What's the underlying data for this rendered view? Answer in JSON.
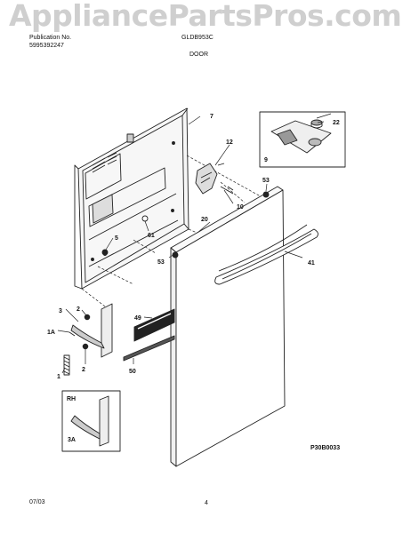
{
  "watermark": "AppliancePartsPros.com",
  "header": {
    "publication_label": "Publication No.",
    "publication_number": "5995392247",
    "model": "GLDB953C",
    "section": "DOOR"
  },
  "diagram_code": "P30B0033",
  "footer": {
    "date": "07/03",
    "page": "4"
  },
  "callouts": {
    "c7": "7",
    "c12": "12",
    "c22": "22",
    "c9": "9",
    "c53a": "53",
    "c10": "10",
    "c20": "20",
    "c61": "61",
    "c5": "5",
    "c53b": "53",
    "c41": "41",
    "c3": "3",
    "c2a": "2",
    "c1a": "1A",
    "c49": "49",
    "c2b": "2",
    "c1": "1",
    "c50": "50",
    "rh": "RH",
    "c3a": "3A"
  }
}
